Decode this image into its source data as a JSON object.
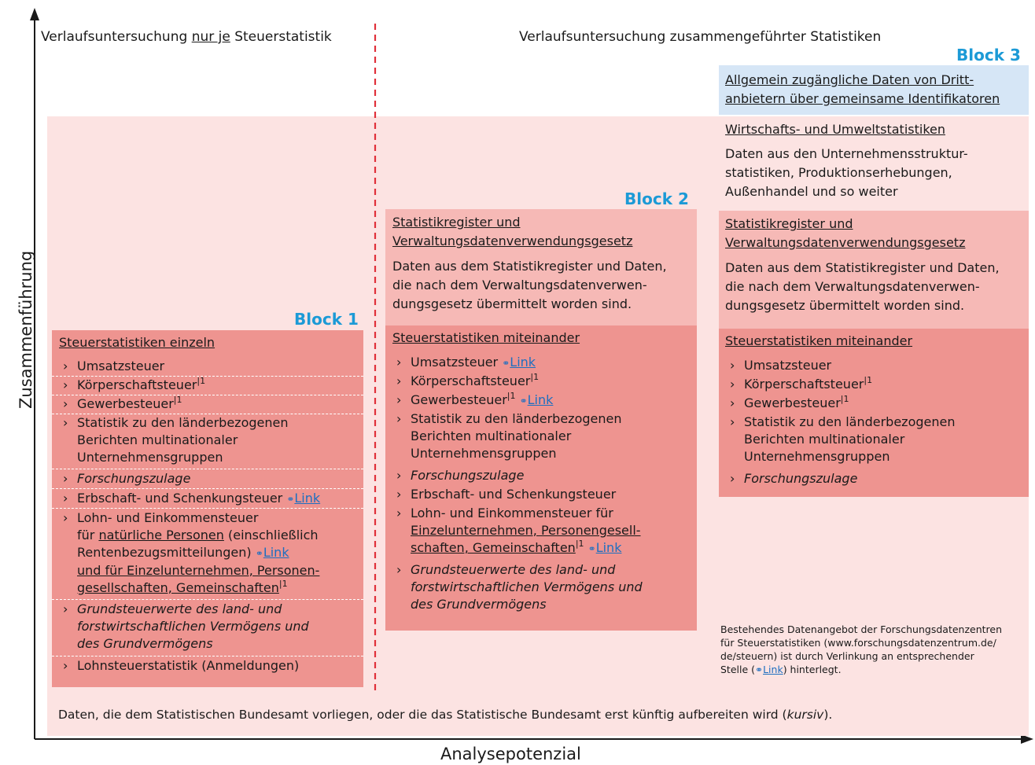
{
  "axes": {
    "y_label": "Zusammenführung",
    "x_label": "Analysepotenzial"
  },
  "headers": {
    "left_pre": "Verlaufsuntersuchung ",
    "left_u": "nur je",
    "left_post": " Steuerstatistik",
    "right": "Verlaufsuntersuchung zusammengeführter Statistiken"
  },
  "blocks": {
    "b1": "Block 1",
    "b2": "Block 2",
    "b3": "Block 3"
  },
  "footer": {
    "pre": "Daten, die dem Statistischen Bundesamt vorliegen, oder die das Statistische Bundesamt erst künftig aufbereiten wird (",
    "it": "kursiv",
    "post": ")."
  },
  "common": {
    "arrow": "›",
    "link": "Link",
    "sup": "|1"
  },
  "block1": {
    "title": "Steuerstatistiken einzeln",
    "umsatz": "Umsatzsteuer",
    "koerper": "Körperschaftsteuer",
    "gewerbe": "Gewerbesteuer",
    "cbcr_1": "Statistik zu den länderbezogenen",
    "cbcr_2": "Berichten multinationaler",
    "cbcr_3": "Unternehmensgruppen",
    "forschung": "Forschungszulage",
    "erbschaft": "Erbschaft- und Schenkungsteuer",
    "lohn_1": "Lohn- und Einkommensteuer",
    "lohn_2a": "für ",
    "lohn_2b": "natürliche Personen",
    "lohn_2c": " (einschließlich",
    "lohn_3": "Rentenbezugsmitteilungen)",
    "lohn_4": "und für Einzelunternehmen, Personen-",
    "lohn_5": "gesellschaften, Gemeinschaften",
    "grund_1": "Grundsteuerwerte des land- und",
    "grund_2": "forstwirtschaftlichen Vermögens und",
    "grund_3": "des Grundvermögens",
    "lohnsteuer": "Lohnsteuerstatistik (Anmeldungen)"
  },
  "register": {
    "title_1": "Statistikregister und",
    "title_2": "Verwaltungsdatenverwendungsgesetz",
    "desc_1": "Daten aus dem Statistikregister und Daten,",
    "desc_2": "die nach dem Verwaltungsdatenverwen-",
    "desc_3": "dungsgesetz übermittelt worden sind."
  },
  "block2": {
    "title": "Steuerstatistiken miteinander",
    "lohn_1": "Lohn- und Einkommensteuer für",
    "lohn_2": "Einzelunternehmen, Personengesell-",
    "lohn_3": "schaften, Gemeinschaften"
  },
  "block3": {
    "top_1": "Allgemein zugängliche Daten von Dritt-",
    "top_2": "anbietern über gemeinsame Identifikatoren",
    "wirt_title": "Wirtschafts- und Umweltstatistiken",
    "wirt_1": "Daten aus den Unternehmensstruktur-",
    "wirt_2": "statistiken, Produktionserhebungen,",
    "wirt_3": "Außenhandel und so weiter"
  },
  "note": {
    "l1": "Bestehendes Datenangebot der Forschungsdatenzentren",
    "l2": "für Steuerstatistiken (www.forschungsdatenzentrum.de/",
    "l3": "de/steuern) ist durch Verlinkung an entsprechender",
    "l4a": "Stelle (",
    "l4b": "Link",
    "l4c": ") hinterlegt."
  },
  "colors": {
    "light": "#fce3e2",
    "mid": "#f6b9b6",
    "dark": "#ee9490",
    "blue": "#d6e6f6",
    "accent": "#1c9ad6",
    "link": "#1e6fc0",
    "divider": "#e0303a"
  },
  "icons": {
    "link": "chain-link-icon",
    "bullet": "chevron-right-icon"
  }
}
